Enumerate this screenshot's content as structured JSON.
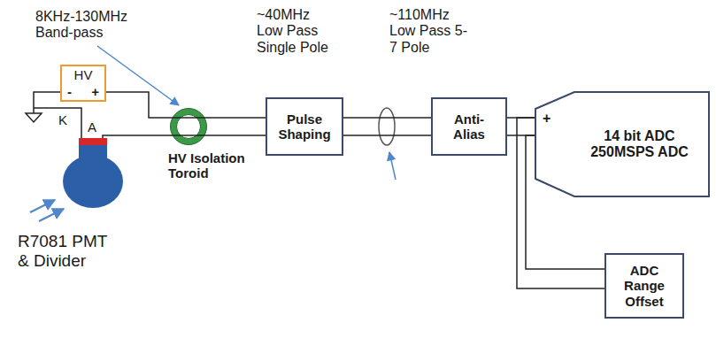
{
  "diagram": {
    "nodes": [
      {
        "text": [
          "HV",
          "-",
          "+"
        ]
      },
      {
        "text": [
          "HV Isolation Toroid"
        ]
      },
      {
        "text": [
          "Pulse Shaping"
        ]
      },
      {
        "text": [
          "Anti-Alias"
        ]
      },
      {
        "text": [
          "+",
          "14 bit ADC 250MSPS ADC"
        ]
      },
      {
        "text": [
          "ADC Range Offset"
        ]
      }
    ],
    "edges": [
      {
        "from": 0,
        "to": 1,
        "arrow": "none"
      },
      {
        "from": 1,
        "to": 2,
        "arrow": "none"
      },
      {
        "from": 2,
        "to": 3,
        "arrow": "none"
      },
      {
        "from": 3,
        "to": 4,
        "arrow": "none"
      },
      {
        "from": 5,
        "to": 4,
        "arrow": "none"
      }
    ],
    "labels": [
      "8KHz-130MHz Band-pass",
      "~40MHz Low Pass Single Pole",
      "~110MHz Low Pass 5-7 Pole",
      "K",
      "A",
      "R7081 PMT & Divider"
    ]
  }
}
